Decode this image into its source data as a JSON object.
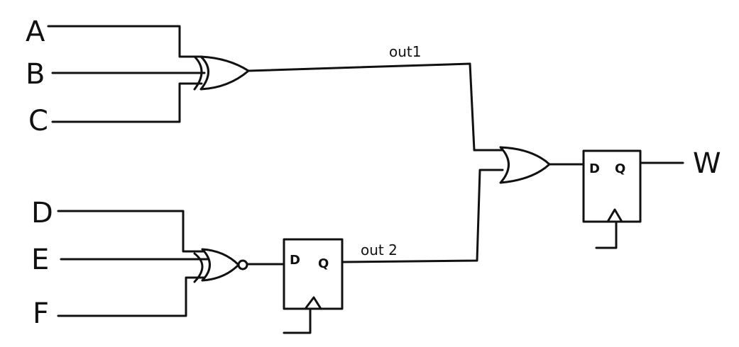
{
  "inputs": {
    "a": "A",
    "b": "B",
    "c": "C",
    "d": "D",
    "e": "E",
    "f": "F"
  },
  "output": "W",
  "signals": {
    "out1": "out1",
    "out2": "out 2"
  },
  "flipflops": {
    "ff1": {
      "d": "D",
      "q": "Q"
    },
    "ff2": {
      "d": "D",
      "q": "Q"
    }
  }
}
